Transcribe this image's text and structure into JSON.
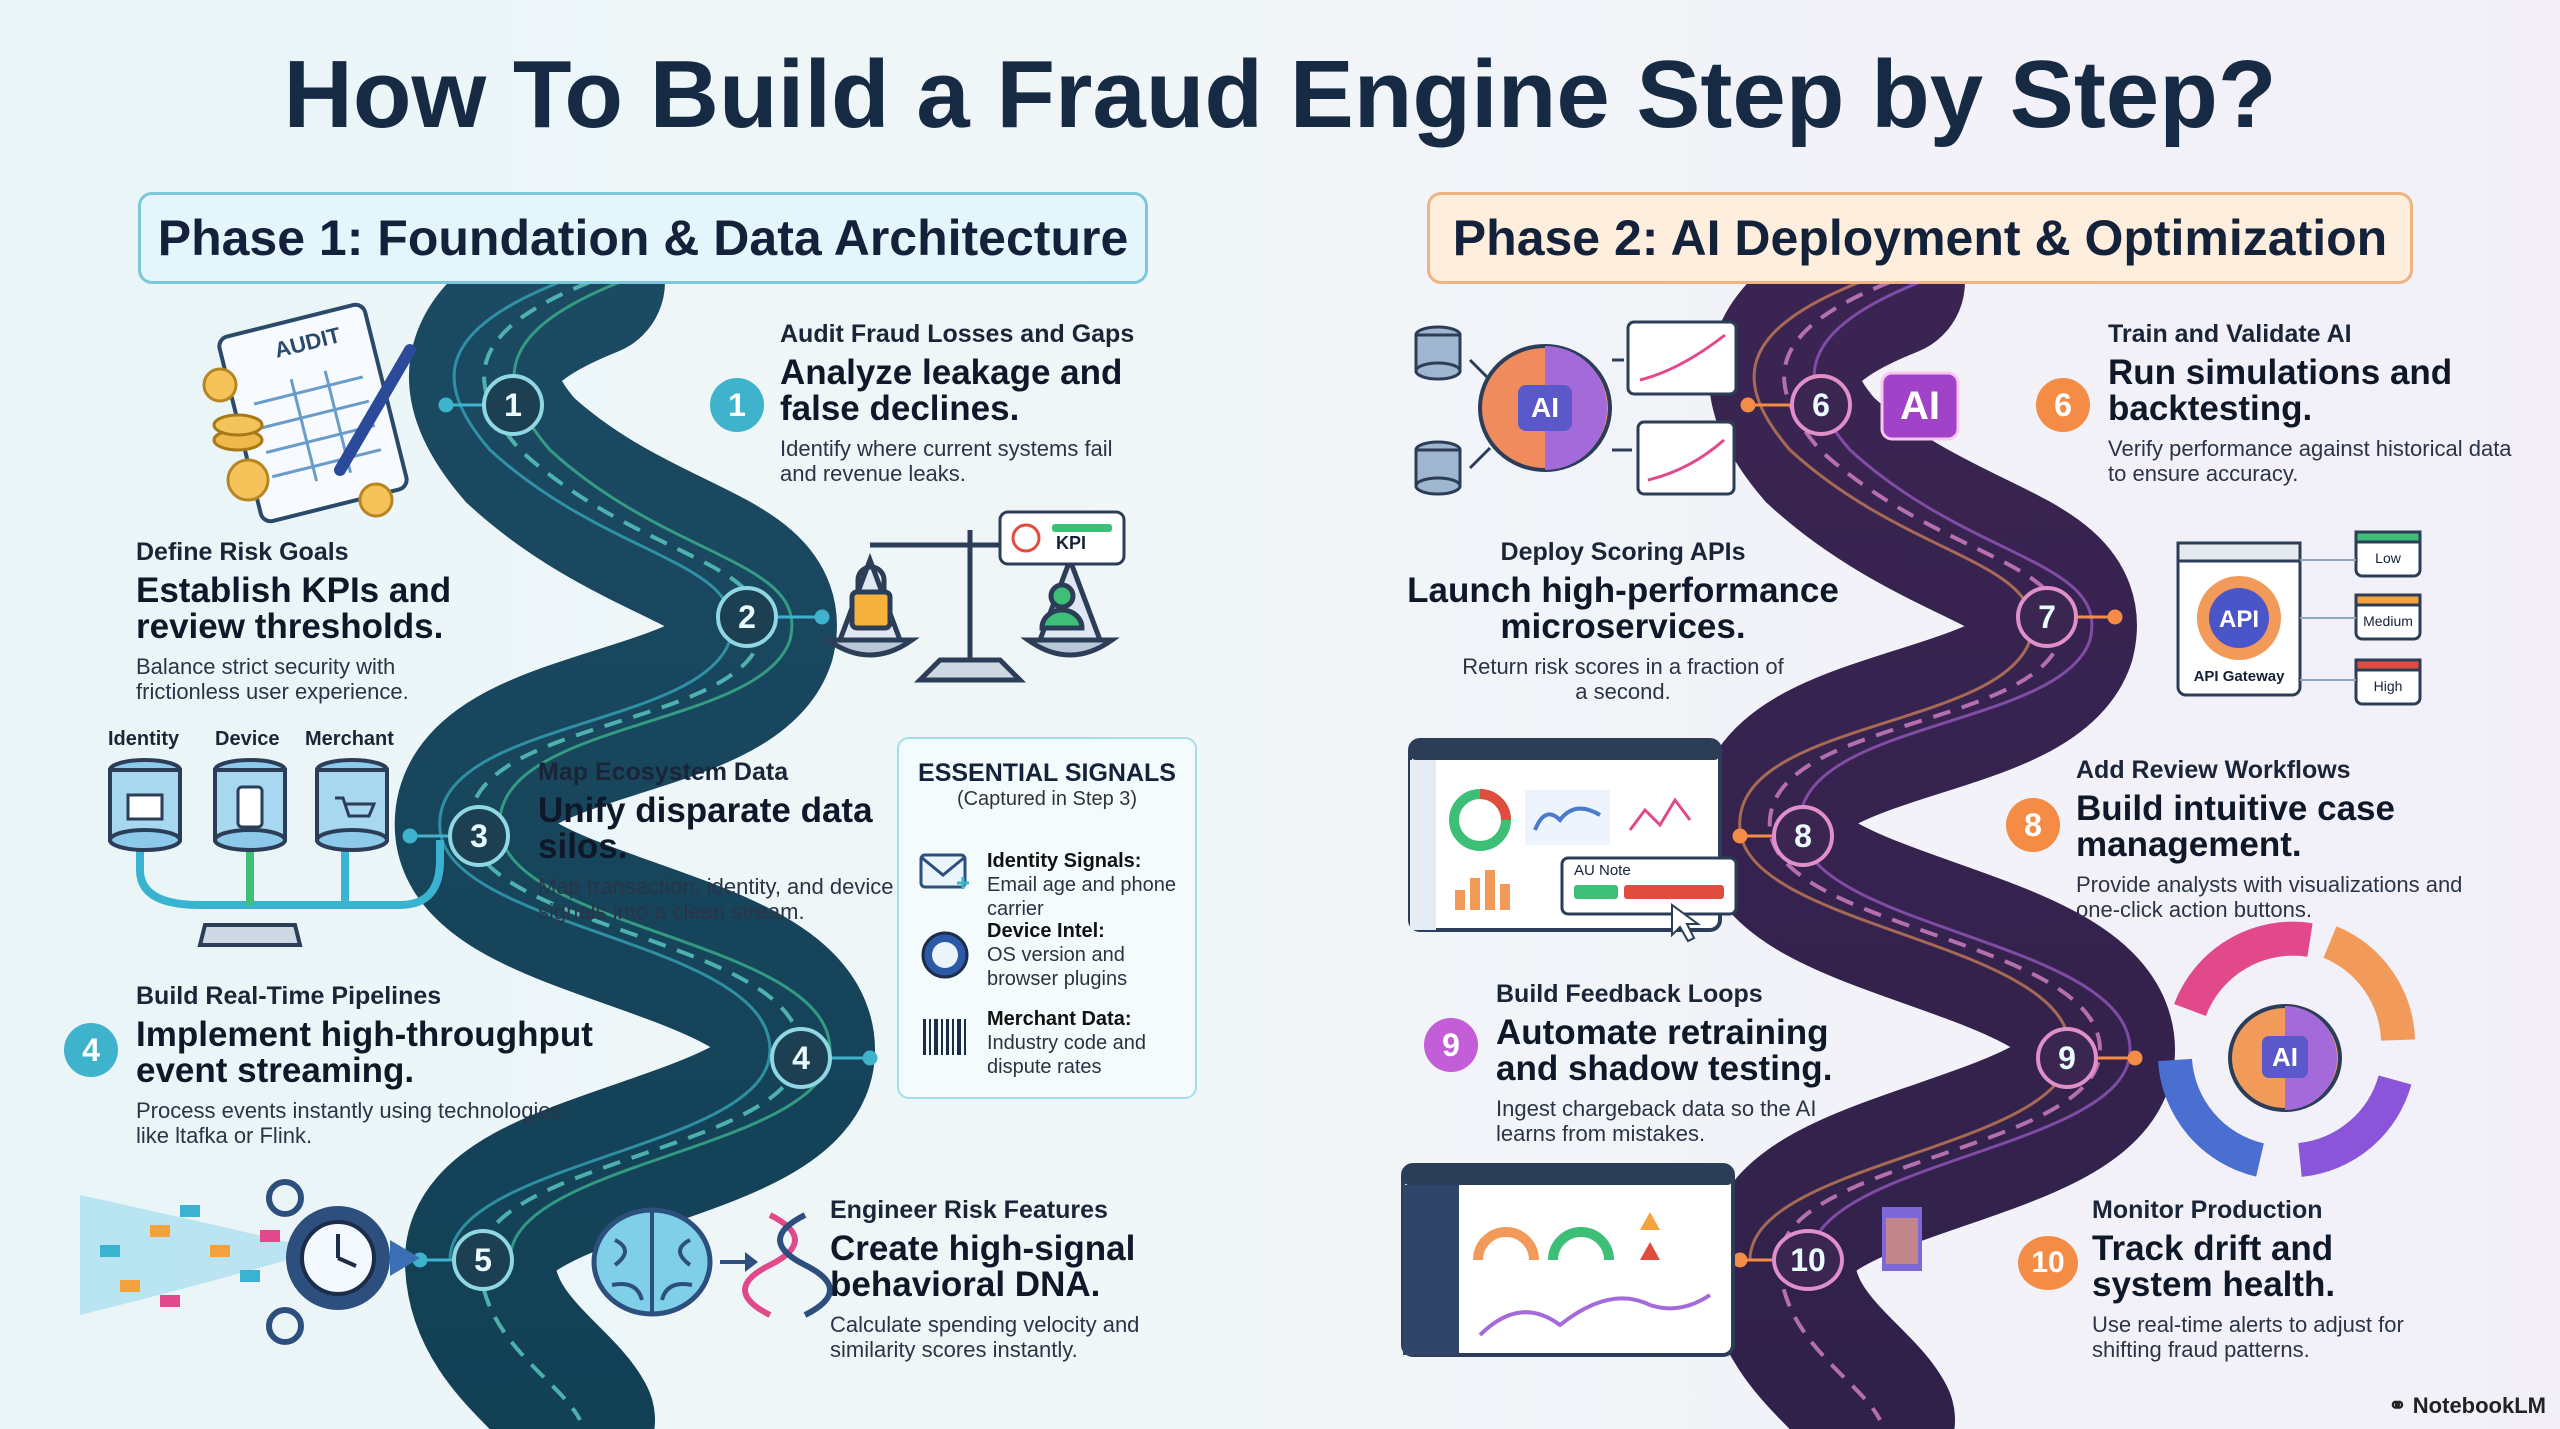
{
  "title": "How To Build a Fraud Engine Step by Step?",
  "phases": {
    "phase1": "Phase 1: Foundation & Data Architecture",
    "phase2": "Phase 2: AI Deployment & Optimization"
  },
  "steps": [
    {
      "num": "1",
      "kicker": "Audit Fraud Losses and Gaps",
      "heading": "Analyze leakage and false declines.",
      "desc": "Identify where current systems fail and revenue leaks."
    },
    {
      "num": "2",
      "kicker": "Define Risk Goals",
      "heading": "Establish KPIs and review thresholds.",
      "desc": "Balance strict security with frictionless user experience."
    },
    {
      "num": "3",
      "kicker": "Map Ecosystem Data",
      "heading": "Unify disparate data silos.",
      "desc": "Map transaction, identity, and device signals into a clean stream."
    },
    {
      "num": "4",
      "kicker": "Build Real-Time Pipelines",
      "heading": "Implement high-throughput event streaming.",
      "desc": "Process events instantly using technologies like ltafka or Flink."
    },
    {
      "num": "5",
      "kicker": "Engineer Risk Features",
      "heading": "Create high-signal behavioral DNA.",
      "desc": "Calculate spending velocity and similarity scores instantly."
    },
    {
      "num": "6",
      "kicker": "Train and Validate AI",
      "heading": "Run simulations and backtesting.",
      "desc": "Verify performance against historical data to ensure accuracy."
    },
    {
      "num": "7",
      "kicker": "Deploy Scoring APIs",
      "heading": "Launch high-performance microservices.",
      "desc": "Return risk scores in a fraction of a second."
    },
    {
      "num": "8",
      "kicker": "Add Review Workflows",
      "heading": "Build intuitive case management.",
      "desc": "Provide analysts with visualizations and one-click action buttons."
    },
    {
      "num": "9",
      "kicker": "Build Feedback Loops",
      "heading": "Automate retraining and shadow testing.",
      "desc": "Ingest chargeback data so the AI learns from mistakes."
    },
    {
      "num": "10",
      "kicker": "Monitor Production",
      "heading": "Track drift and system health.",
      "desc": "Use real-time alerts to adjust for shifting fraud patterns."
    }
  ],
  "signals": {
    "title": "ESSENTIAL SIGNALS",
    "subtitle": "(Captured in Step 3)",
    "items": [
      {
        "label": "Identity Signals:",
        "text": "Email age and phone carrier"
      },
      {
        "label": "Device Intel:",
        "text": "OS version and browser plugins"
      },
      {
        "label": "Merchant Data:",
        "text": "Industry code and dispute rates"
      }
    ]
  },
  "silo_labels": [
    "Identity",
    "Device",
    "Merchant"
  ],
  "illustration_text": {
    "audit": "AUDIT",
    "kpi": "KPI",
    "ai": "AI",
    "api": "API",
    "api_gateway": "API Gateway",
    "levels": [
      "Low",
      "Medium",
      "High"
    ],
    "ai_note": "AU Note"
  },
  "brand": "NotebookLM"
}
